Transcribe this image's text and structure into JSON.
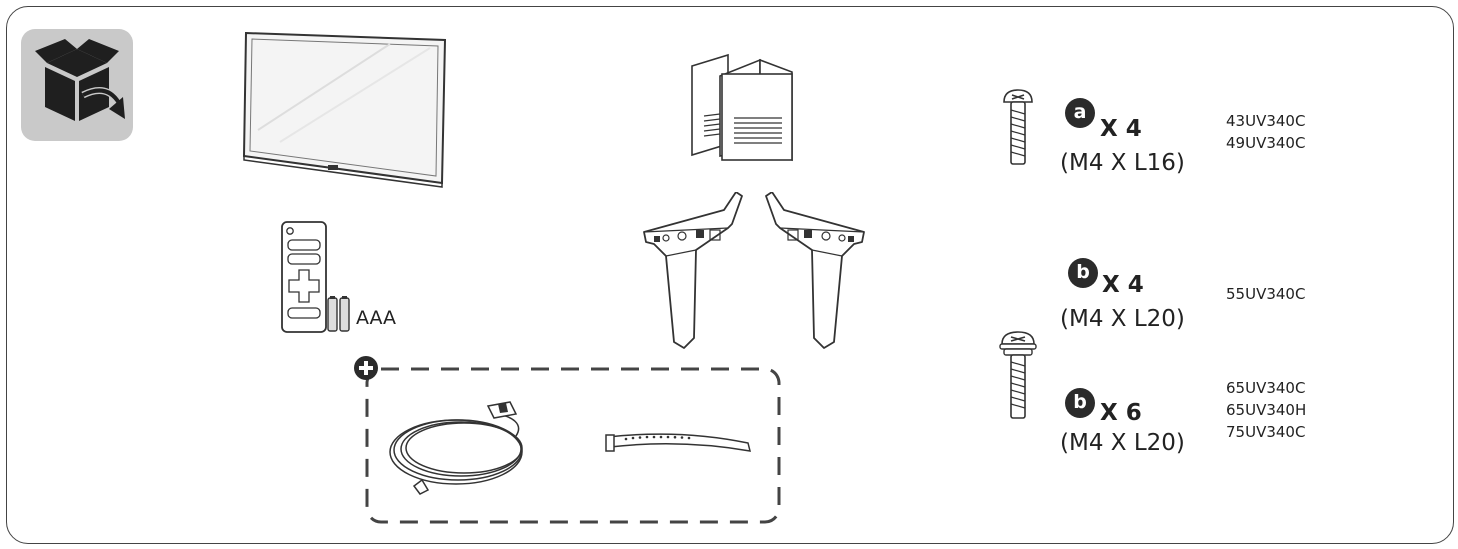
{
  "icons": {
    "box": "unbox-icon",
    "tv": "tv-icon",
    "manual": "manual-icon",
    "remote": "remote-control-icon",
    "batteries": "batteries-icon",
    "stand": "stand-icon",
    "power_cord": "power-cord-icon",
    "cable_tie": "cable-tie-icon",
    "plus": "plus-icon",
    "screw": "screw-icon"
  },
  "batteries_label": "AAA",
  "screws": [
    {
      "badge": "a",
      "qty": "X 4",
      "spec": "(M4 X L16)",
      "models": [
        "43UV340C",
        "49UV340C"
      ]
    },
    {
      "badge": "b",
      "qty": "X 4",
      "spec": "(M4 X L20)",
      "models": [
        "55UV340C"
      ]
    },
    {
      "badge": "b",
      "qty": "X 6",
      "spec": "(M4 X L20)",
      "models": [
        "65UV340C",
        "65UV340H",
        "75UV340C"
      ]
    }
  ],
  "colors": {
    "icon_bg": "#c9c9c9",
    "line": "#333333",
    "badge": "#2b2b2b"
  }
}
